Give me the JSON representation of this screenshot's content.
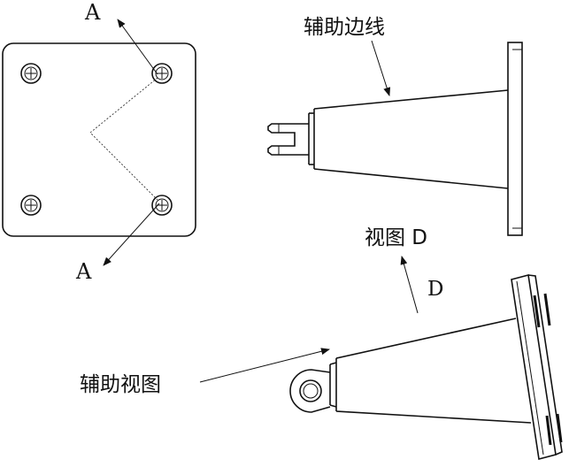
{
  "labels": {
    "section_a_top": "A",
    "section_a_bottom": "A",
    "aux_edge": "辅助边线",
    "view_d": "视图 D",
    "direction_d": "D",
    "aux_view": "辅助视图"
  }
}
